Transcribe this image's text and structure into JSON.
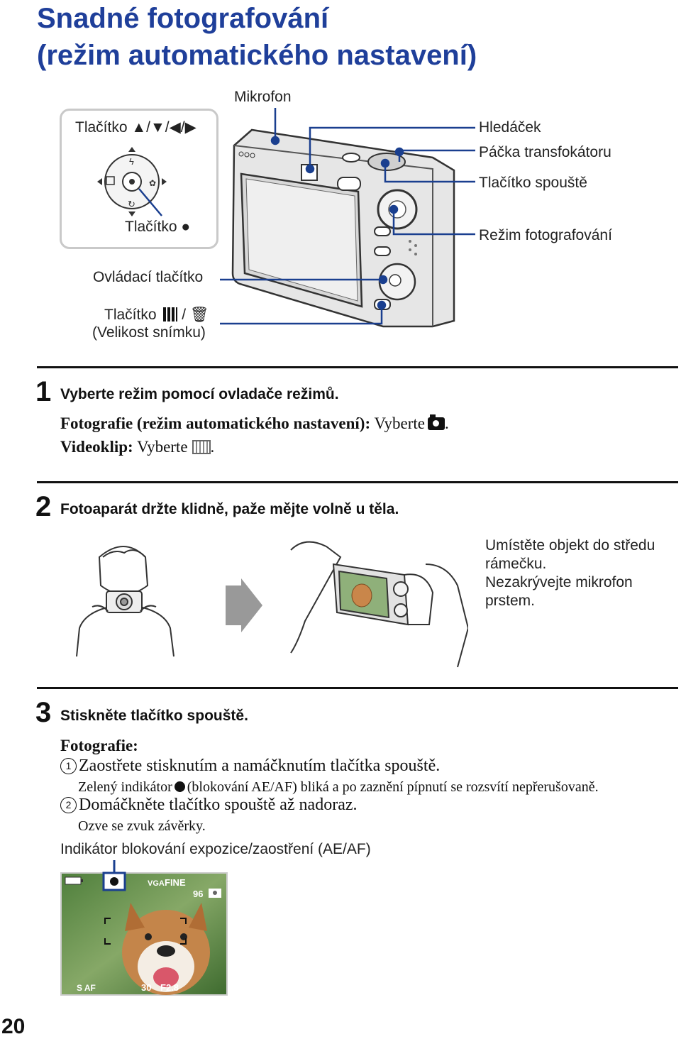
{
  "page": {
    "title_line1": "Snadné fotografování",
    "title_line2": "(režim automatického nastavení)",
    "page_number": "20"
  },
  "diagram": {
    "microphone": "Mikrofon",
    "button_arrows": "Tlačítko ▲/▼/◀/▶",
    "button_center": "Tlačítko ●",
    "viewfinder": "Hledáček",
    "zoom_lever": "Páčka transfokátoru",
    "shutter_button": "Tlačítko spouště",
    "shooting_mode": "Režim fotografování",
    "control_button": "Ovládací tlačítko",
    "image_size_button": "Tlačítko",
    "image_size_button_sep": "/",
    "image_size_caption": "(Velikost snímku)"
  },
  "steps": [
    {
      "number": "1",
      "heading": "Vyberte režim pomocí ovladače režimů.",
      "line1_bold": "Fotografie (režim automatického nastavení):",
      "line1_text": " Vyberte",
      "line1_end": ".",
      "line2_bold": "Videoklip:",
      "line2_text": " Vyberte",
      "line2_end": "."
    },
    {
      "number": "2",
      "heading": "Fotoaparát držte klidně, paže mějte volně u těla.",
      "note1": "Umístěte objekt do středu",
      "note2": "rámečku.",
      "note3": "Nezakrývejte mikrofon",
      "note4": "prstem."
    },
    {
      "number": "3",
      "heading": "Stiskněte tlačítko spouště.",
      "photo_label": "Fotografie:",
      "item1_num": "1",
      "item1": "Zaostřete stisknutím a namáčknutím tlačítka spouště.",
      "item1_note_a": "Zelený indikátor",
      "item1_note_b": "(blokování AE/AF) bliká a po zaznění pípnutí se rozsvítí nepřerušovaně.",
      "item2_num": "2",
      "item2": "Domáčkněte tlačítko spouště až nadoraz.",
      "item2_note": "Ozve se zvuk závěrky.",
      "indicator_caption": "Indikátor blokování expozice/zaostření (AE/AF)"
    }
  ],
  "lcd": {
    "quality": "FINE",
    "size": "VGA",
    "remaining": "96",
    "focus": "S AF",
    "shutter": "30",
    "aperture": "F2.8"
  },
  "colors": {
    "title": "#1f3f9a",
    "callout": "#1a3f8f"
  }
}
